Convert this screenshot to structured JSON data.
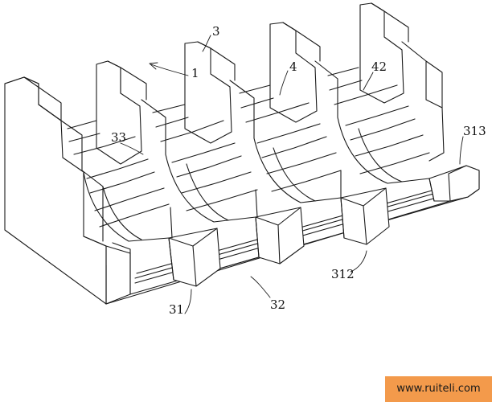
{
  "labels": {
    "l1": "1",
    "l3": "3",
    "l4": "4",
    "l42": "42",
    "l33": "33",
    "l313": "313",
    "l312": "312",
    "l31": "31",
    "l32": "32"
  },
  "watermark": "www.ruiteli.com",
  "colors": {
    "line": "#1a1a1a",
    "watermark_bg": "#f39a4b"
  }
}
